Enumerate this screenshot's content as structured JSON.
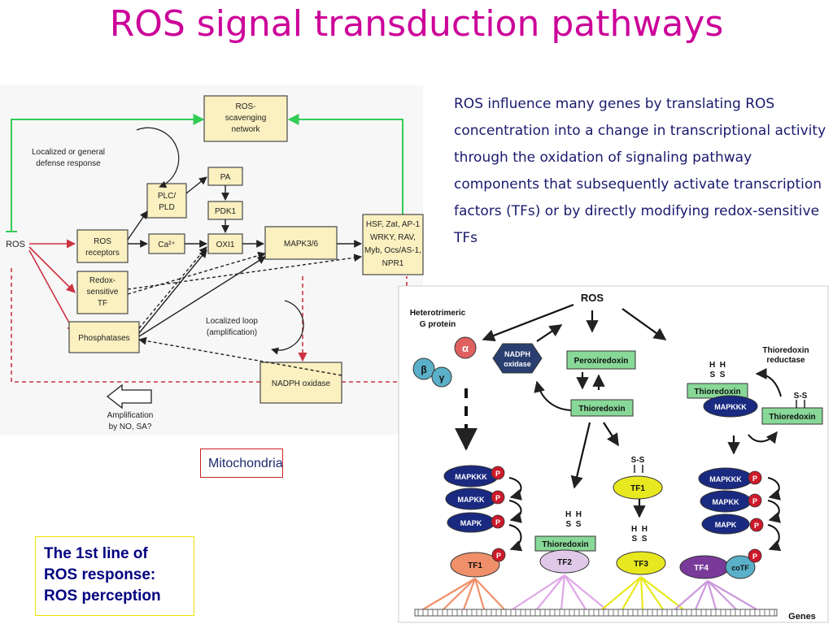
{
  "slide": {
    "title": "ROS signal transduction pathways",
    "description": "ROS influence many genes by translating ROS concentration into a change in transcriptional activity through the oxidation of signaling pathway components that subsequently activate transcription factors (TFs) or by directly modifying redox-sensitive TFs",
    "callout": "The 1st line of ROS response: ROS perception",
    "mitochondria_label": "Mitochondria"
  },
  "left_diagram": {
    "ros": "ROS",
    "scavenging": [
      "ROS-",
      "scavenging",
      "network"
    ],
    "localized_defense": [
      "Localized or general",
      "defense response"
    ],
    "ros_receptors": [
      "ROS",
      "receptors"
    ],
    "redox_tf": [
      "Redox-",
      "sensitive",
      "TF"
    ],
    "phosphatases": "Phosphatases",
    "plc": [
      "PLC/",
      "PLD"
    ],
    "ca": "Ca²⁺",
    "pa": "PA",
    "pdk1": "PDK1",
    "oxi1": "OXI1",
    "mapk36": "MAPK3/6",
    "tf_list": [
      "HSF, Zat, AP-1",
      "WRKY, RAV,",
      "Myb, Ocs/AS-1,",
      "NPR1"
    ],
    "localized_loop": [
      "Localized loop",
      "(amplification)"
    ],
    "nadph": "NADPH oxidase",
    "amplification": [
      "Amplification",
      "by NO, SA?"
    ]
  },
  "right_diagram": {
    "ros": "ROS",
    "g_protein": [
      "Heterotrimeric",
      "G protein"
    ],
    "alpha": "α",
    "beta": "β",
    "gamma": "γ",
    "nadph": [
      "NADPH",
      "oxidase"
    ],
    "peroxiredoxin": "Peroxiredoxin",
    "thioredoxin": "Thioredoxin",
    "thioredoxin_reductase": [
      "Thioredoxin",
      "reductase"
    ],
    "mapkkk": "MAPKKK",
    "mapkk": "MAPKK",
    "mapk": "MAPK",
    "p": "P",
    "hs": "H  H",
    "ss_letters": "S  S",
    "ss": "S-S",
    "tf1": "TF1",
    "tf2": "TF2",
    "tf3": "TF3",
    "tf4": "TF4",
    "cotf": "coTF",
    "genes": "Genes"
  }
}
